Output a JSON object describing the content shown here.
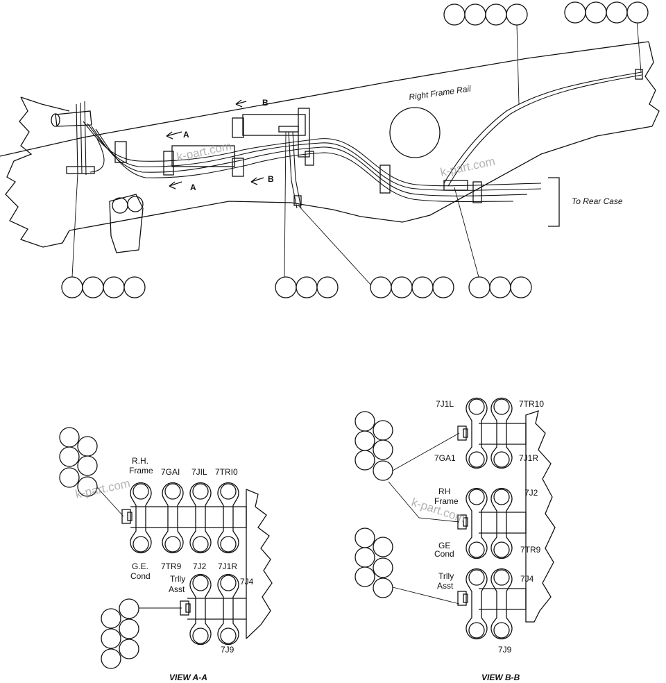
{
  "labels": {
    "right_frame_rail": "Right Frame Rail",
    "to_rear_case": "To Rear Case",
    "section_a": "A",
    "section_b": "B",
    "view_aa": "VIEW A-A",
    "view_bb": "VIEW B-B"
  },
  "view_aa": {
    "top_labels": [
      "R.H.",
      "Frame",
      "7GAI",
      "7JIL",
      "7TRI0"
    ],
    "bottom_labels": [
      "G.E.",
      "Cond",
      "7TR9",
      "7J2",
      "7J1R"
    ],
    "lower_labels": [
      "Trlly",
      "Asst",
      "7J4",
      "7J9"
    ]
  },
  "view_bb": {
    "top_labels": [
      "7J1L",
      "7TR10",
      "7GA1",
      "7J1R"
    ],
    "mid_labels": [
      "RH",
      "Frame",
      "7J2",
      "GE",
      "Cond",
      "7TR9"
    ],
    "lower_labels": [
      "Trlly",
      "Asst",
      "7J4",
      "7J9"
    ]
  },
  "watermark": "k-part.com"
}
